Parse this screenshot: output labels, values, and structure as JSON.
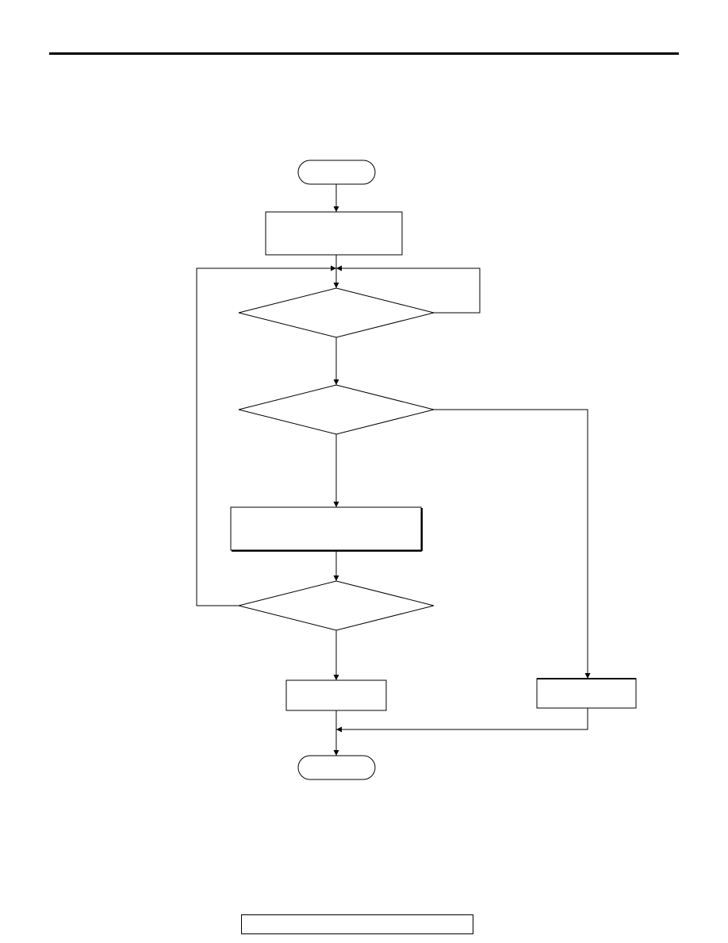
{
  "header": {
    "title": ""
  },
  "flowchart": {
    "nodes": [
      {
        "id": "start",
        "shape": "terminal",
        "label": ""
      },
      {
        "id": "step-1",
        "shape": "process",
        "label": ""
      },
      {
        "id": "decision-1",
        "shape": "decision",
        "label": ""
      },
      {
        "id": "decision-2",
        "shape": "decision",
        "label": ""
      },
      {
        "id": "step-2",
        "shape": "process",
        "label": ""
      },
      {
        "id": "decision-3",
        "shape": "decision",
        "label": ""
      },
      {
        "id": "step-3",
        "shape": "process",
        "label": ""
      },
      {
        "id": "step-4",
        "shape": "process",
        "label": ""
      },
      {
        "id": "end",
        "shape": "terminal",
        "label": ""
      }
    ],
    "edges": [
      {
        "from": "start",
        "to": "step-1",
        "label": ""
      },
      {
        "from": "step-1",
        "to": "decision-1",
        "label": ""
      },
      {
        "from": "decision-1",
        "to": "decision-1",
        "label": ""
      },
      {
        "from": "decision-1",
        "to": "decision-2",
        "label": ""
      },
      {
        "from": "decision-2",
        "to": "step-2",
        "label": ""
      },
      {
        "from": "decision-2",
        "to": "step-4",
        "label": ""
      },
      {
        "from": "step-2",
        "to": "decision-3",
        "label": ""
      },
      {
        "from": "decision-3",
        "to": "decision-1",
        "label": ""
      },
      {
        "from": "decision-3",
        "to": "step-3",
        "label": ""
      },
      {
        "from": "step-3",
        "to": "end",
        "label": ""
      },
      {
        "from": "step-4",
        "to": "end",
        "label": ""
      }
    ]
  },
  "footer": {
    "label": ""
  },
  "colors": {
    "stroke": "#000000",
    "background": "#ffffff"
  }
}
